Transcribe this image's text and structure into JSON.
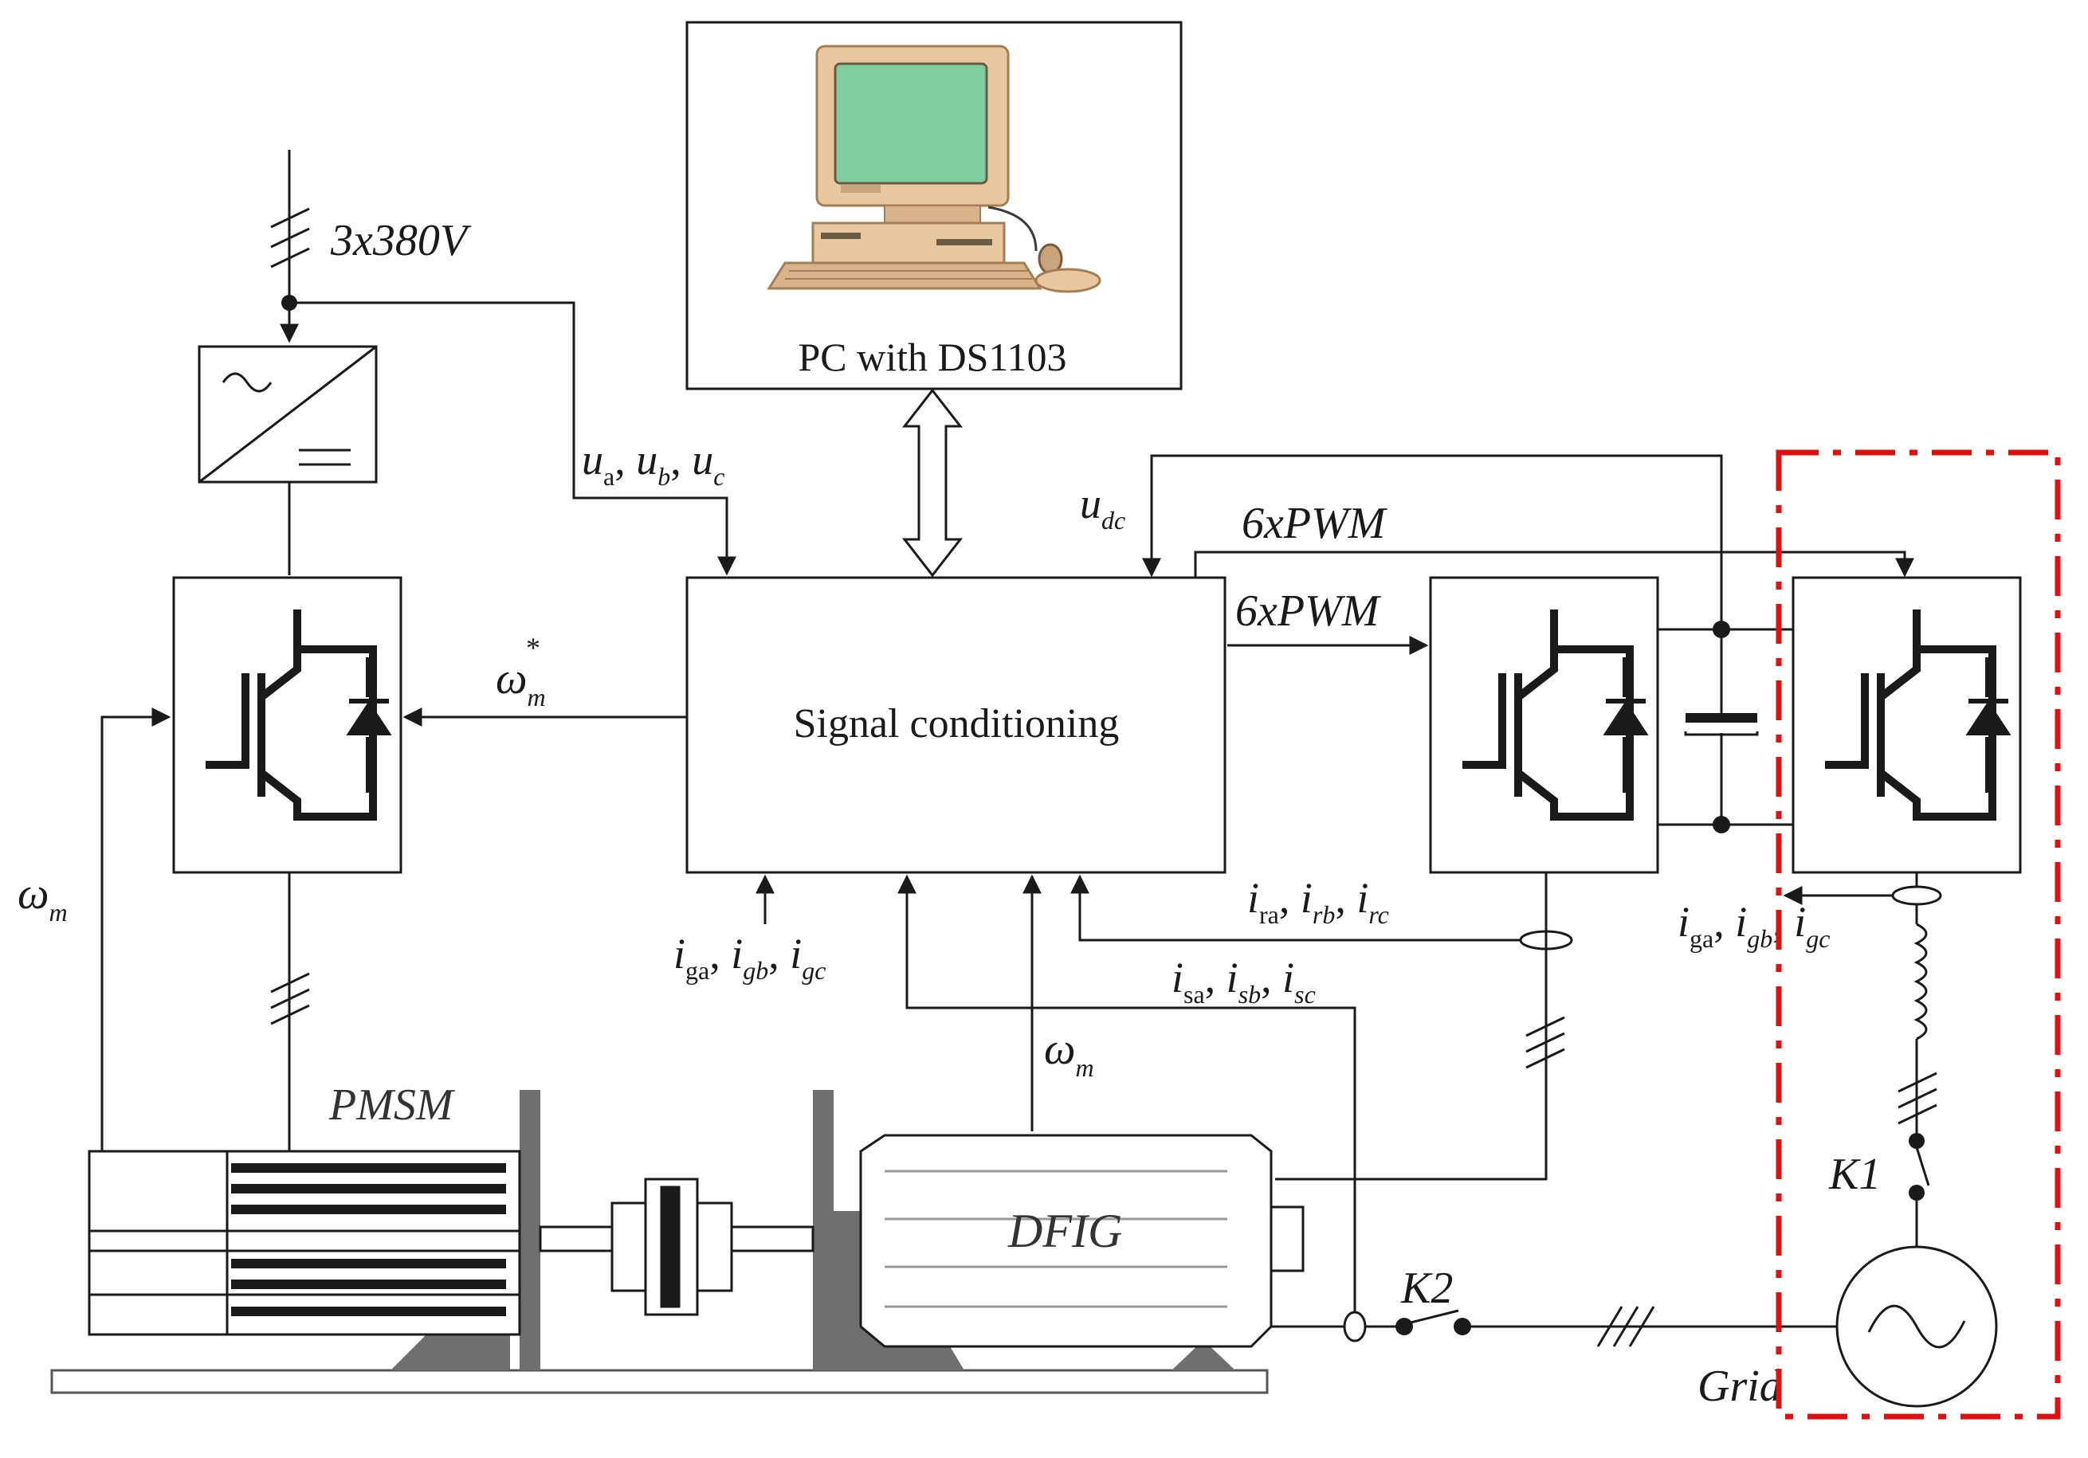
{
  "labels": {
    "supply": "3x380V",
    "pc": "PC with DS1103",
    "signal": "Signal conditioning",
    "pwm_top": "6xPWM",
    "pwm_mid": "6xPWM",
    "pmsm": "PMSM",
    "dfig": "DFIG",
    "k1": "K1",
    "k2": "K2",
    "grid": "Grid"
  },
  "symbols": {
    "u": "u",
    "a": "a",
    "b": "b",
    "c": "c",
    "dc": "dc",
    "comma": ",",
    "i": "i",
    "ga": "ga",
    "gb": "gb",
    "gc": "gc",
    "ra": "ra",
    "rb": "rb",
    "rc": "rc",
    "sa": "sa",
    "sb": "sb",
    "sc": "sc",
    "omega": "ω",
    "m": "m",
    "star": "*"
  },
  "colors": {
    "line": "#1a1a1a",
    "boundary": "#e01010",
    "screen": "#7fcf9e",
    "case": "#e9c8a0",
    "motor_fill": "#ffffff",
    "mount": "#6f6f6f"
  },
  "icons": [
    "computer-icon",
    "ac-dc-rectifier-icon",
    "igbt-icon",
    "capacitor-icon",
    "ac-source-icon",
    "inductor-icon"
  ]
}
